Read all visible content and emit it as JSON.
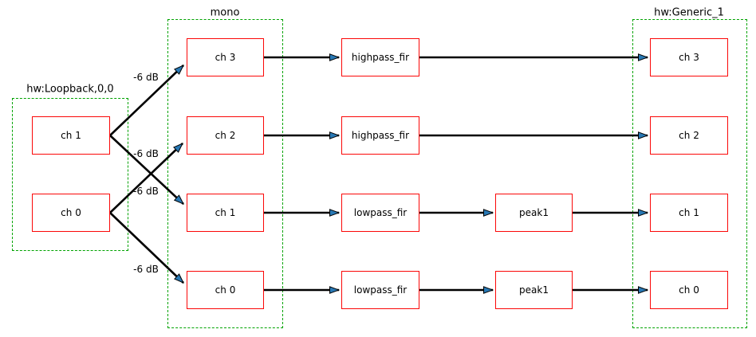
{
  "diagram": {
    "capture": {
      "label": "hw:Loopback,0,0",
      "channels": [
        {
          "label": "ch 1"
        },
        {
          "label": "ch 0"
        }
      ]
    },
    "mixer": {
      "label": "mono",
      "channels": [
        {
          "label": "ch 3"
        },
        {
          "label": "ch 2"
        },
        {
          "label": "ch 1"
        },
        {
          "label": "ch 0"
        }
      ],
      "gain_labels": [
        {
          "label": "-6 dB"
        },
        {
          "label": "-6 dB"
        },
        {
          "label": "-6 dB"
        },
        {
          "label": "-6 dB"
        }
      ]
    },
    "filters": [
      {
        "label": "highpass_fir"
      },
      {
        "label": "highpass_fir"
      },
      {
        "label": "lowpass_fir"
      },
      {
        "label": "lowpass_fir"
      },
      {
        "label": "peak1"
      },
      {
        "label": "peak1"
      }
    ],
    "playback": {
      "label": "hw:Generic_1",
      "channels": [
        {
          "label": "ch 3"
        },
        {
          "label": "ch 2"
        },
        {
          "label": "ch 1"
        },
        {
          "label": "ch 0"
        }
      ]
    },
    "colors": {
      "node_border": "#fb0707",
      "group_border": "#00a300",
      "edge_line": "#000000",
      "arrowhead_fill": "#2878b4",
      "text": "#000000",
      "background": "#ffffff"
    }
  }
}
